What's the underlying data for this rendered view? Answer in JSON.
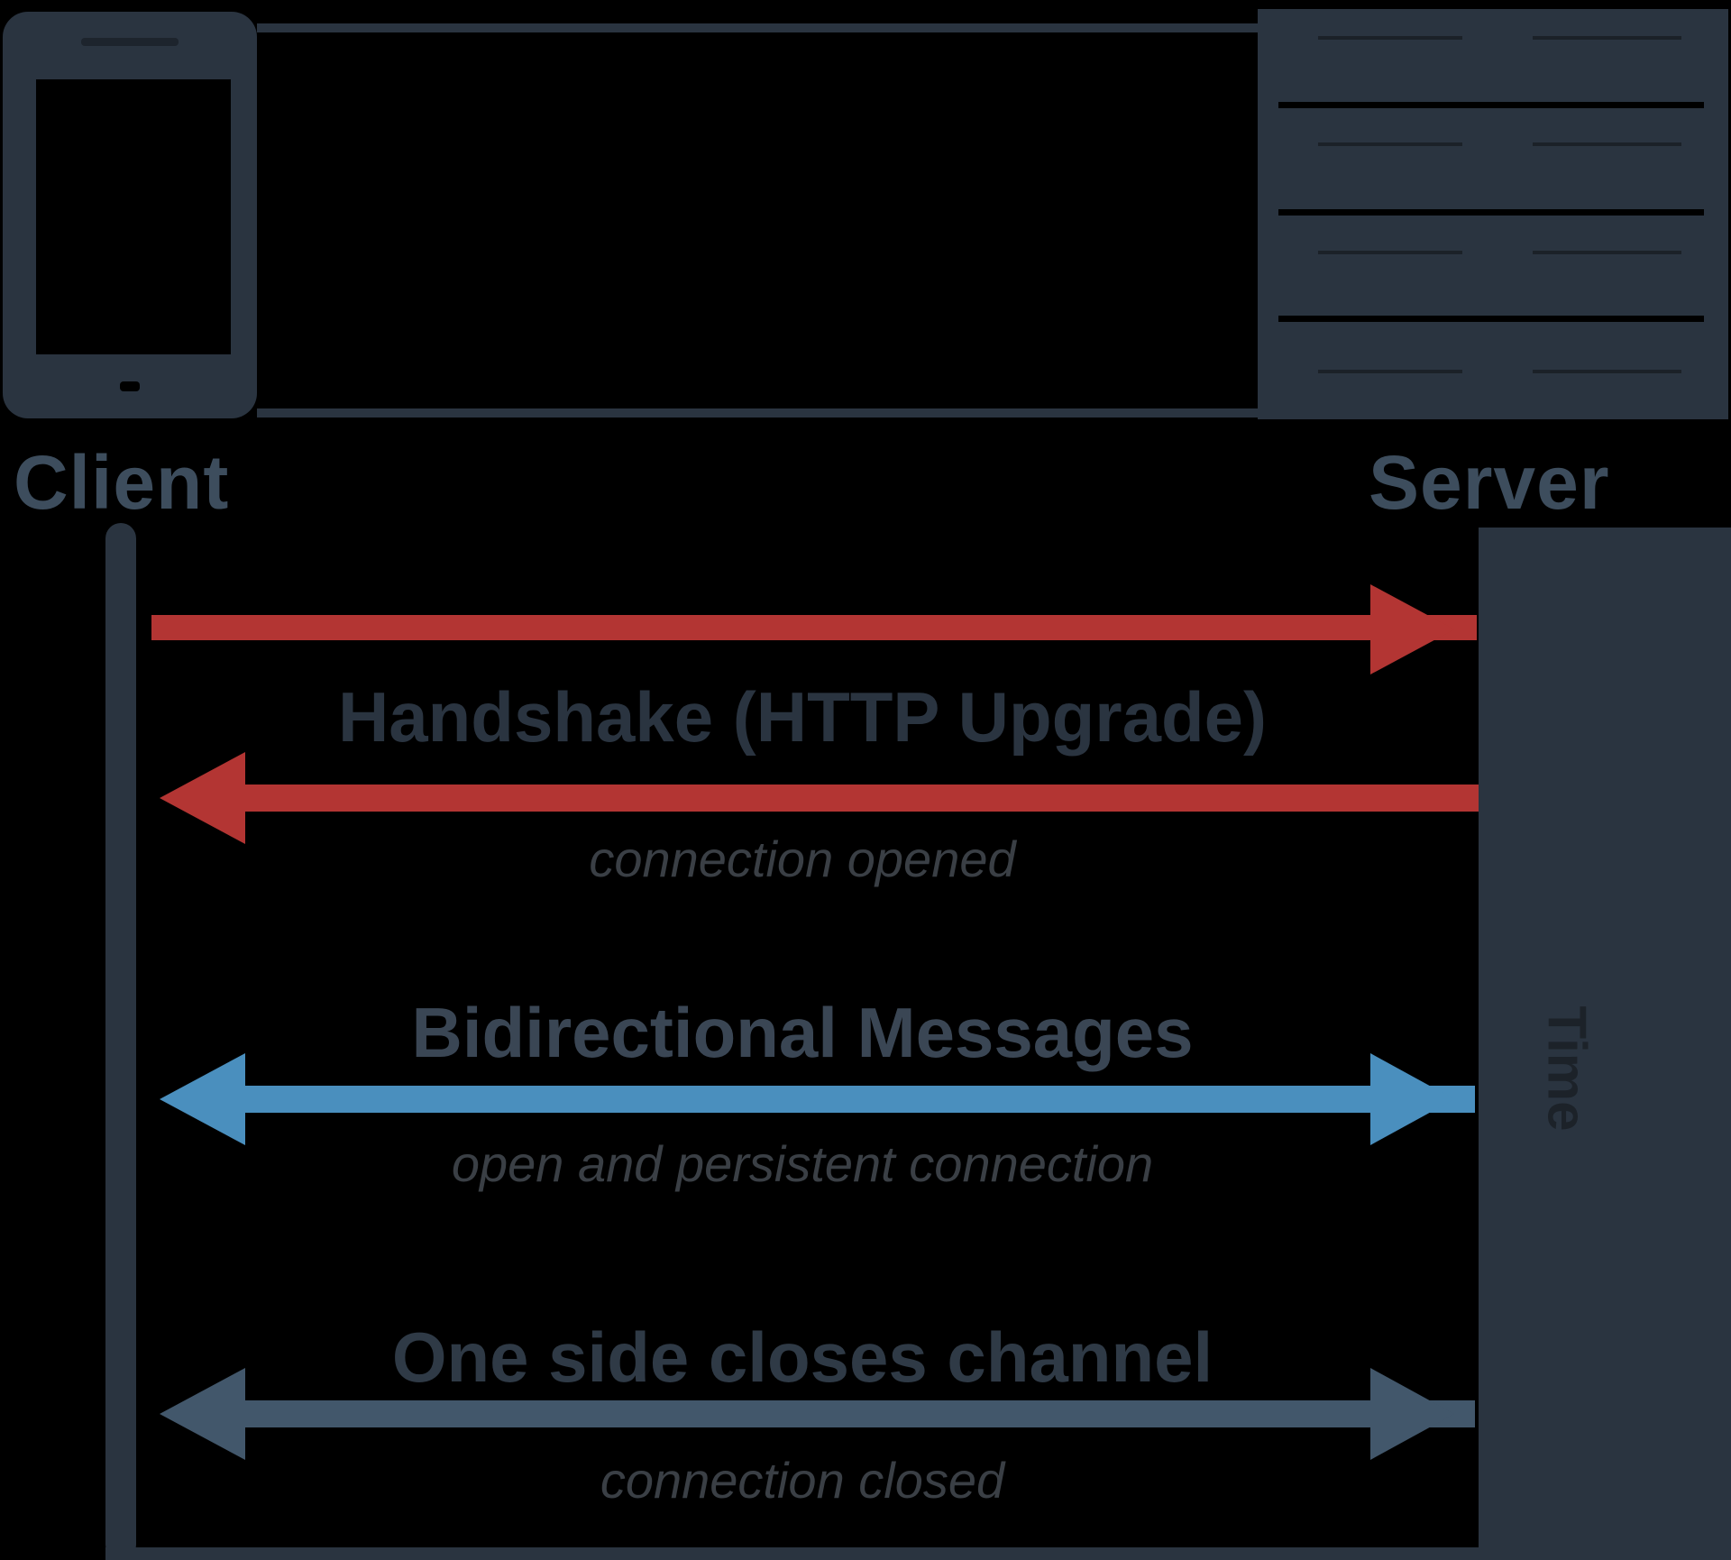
{
  "colors": {
    "background": "#000000",
    "outline": "#2a3440",
    "label": "#3d4d5d",
    "handshake": "#b33533",
    "bidirectional": "#4a8fbe",
    "close": "#42576b"
  },
  "icons": {
    "client": "mobile-phone-icon",
    "server": "server-rack-icon"
  },
  "client": {
    "label": "Client"
  },
  "server": {
    "label": "Server"
  },
  "timeline": {
    "label": "Time"
  },
  "messages": [
    {
      "title": "Handshake (HTTP Upgrade)",
      "subtitle": "connection opened",
      "color": "#b33533",
      "style": "request-response"
    },
    {
      "title": "Bidirectional Messages",
      "subtitle": "open and persistent connection",
      "color": "#4a8fbe",
      "style": "bidirectional"
    },
    {
      "title": "One side closes channel",
      "subtitle": "connection closed",
      "color": "#42576b",
      "style": "bidirectional"
    }
  ]
}
